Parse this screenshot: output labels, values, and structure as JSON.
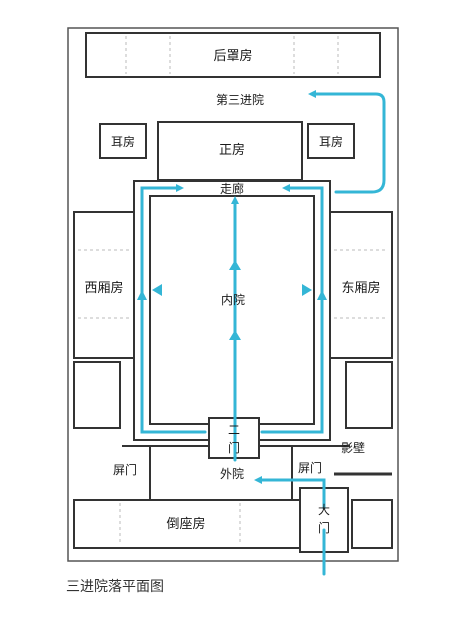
{
  "diagram": {
    "caption": "三进院落平面图",
    "labels": {
      "back_row": "后罩房",
      "third_courtyard": "第三进院",
      "ear_left": "耳房",
      "ear_right": "耳房",
      "main_hall": "正房",
      "corridor": "走廊",
      "west_wing": "西厢房",
      "east_wing": "东厢房",
      "inner_courtyard": "内院",
      "second_gate_top": "二",
      "second_gate_bottom": "门",
      "screen_wall": "影壁",
      "side_gate_left": "屏门",
      "side_gate_right": "屏门",
      "outer_courtyard": "外院",
      "main_gate_top": "大",
      "main_gate_bottom": "门",
      "front_row": "倒座房"
    },
    "colors": {
      "arrow": "#34b6d6",
      "wall": "#555555",
      "ground": "#ffffff",
      "dash": "#b0b0b0"
    }
  }
}
